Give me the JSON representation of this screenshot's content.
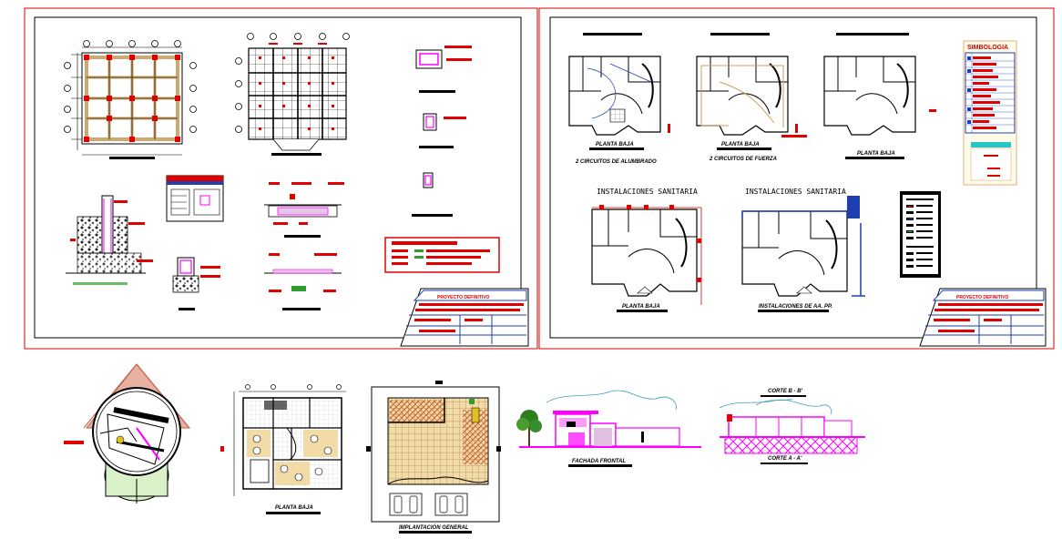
{
  "sheet1": {
    "title_block_heading": "PROYECTO DEFINITIVO"
  },
  "sheet2": {
    "plan_label_1": "PLANTA BAJA",
    "plan_label_2": "PLANTA BAJA",
    "plan_label_3": "PLANTA BAJA",
    "circuit_label_1": "2 CIRCUITOS DE ALUMBRADO",
    "circuit_label_2": "2 CIRCUITOS DE FUERZA",
    "sanitary_title_1": "INSTALACIONES SANITARIA",
    "sanitary_title_2": "INSTALACIONES SANITARIA",
    "sanitary_label_1": "PLANTA BAJA",
    "sanitary_label_2": "INSTALACIONES DE AA. PP.",
    "legend_title": "SIMBOLOGIA",
    "title_block_heading": "PROYECTO DEFINITIVO"
  },
  "bottom": {
    "floor_plan_label": "PLANTA BAJA",
    "site_plan_label": "IMPLANTACIÓN GENERAL",
    "facade_label": "FACHADA FRONTAL",
    "section_b_label": "CORTE B - B'",
    "section_a_label": "CORTE A - A'"
  },
  "colors": {
    "frame": "#d40000",
    "line": "#000000",
    "red": "#e00000",
    "magenta": "#ff00ff",
    "blue": "#0000cc",
    "tan": "#c8a060",
    "green": "#2e7d1e"
  }
}
